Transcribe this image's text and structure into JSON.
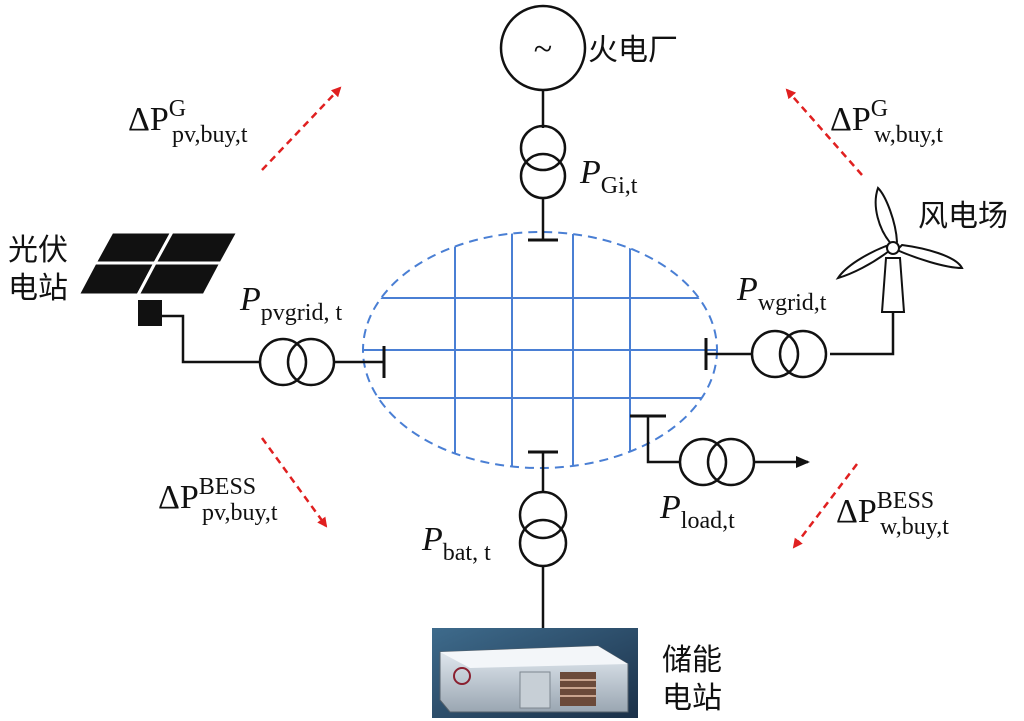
{
  "labels": {
    "thermal_plant": "火电厂",
    "generator_symbol": "~",
    "wind_farm": "风电场",
    "pv_station_line1": "光伏",
    "pv_station_line2": "电站",
    "storage_line1": "储能",
    "storage_line2": "电站"
  },
  "power_labels": {
    "pv_buy_g": {
      "prefix": "ΔP",
      "sup": "G",
      "sub": "pv,buy,t"
    },
    "w_buy_g": {
      "prefix": "ΔP",
      "sup": "G",
      "sub": "w,buy,t"
    },
    "pv_buy_bess": {
      "prefix": "ΔP",
      "sup": "BESS",
      "sub": "pv,buy,t"
    },
    "w_buy_bess": {
      "prefix": "ΔP",
      "sup": "BESS",
      "sub": "w,buy,t"
    },
    "p_gi": {
      "prefix": "P",
      "sub": "Gi,t"
    },
    "p_pvgrid": {
      "prefix": "P",
      "sub": "pvgrid, t"
    },
    "p_wgrid": {
      "prefix": "P",
      "sub": "wgrid,t"
    },
    "p_bat": {
      "prefix": "P",
      "sub": "bat, t"
    },
    "p_load": {
      "prefix": "P",
      "sub": "load,t"
    }
  },
  "colors": {
    "line": "#111111",
    "grid": "#4a7fd4",
    "arrow_dashed": "#e02020"
  }
}
